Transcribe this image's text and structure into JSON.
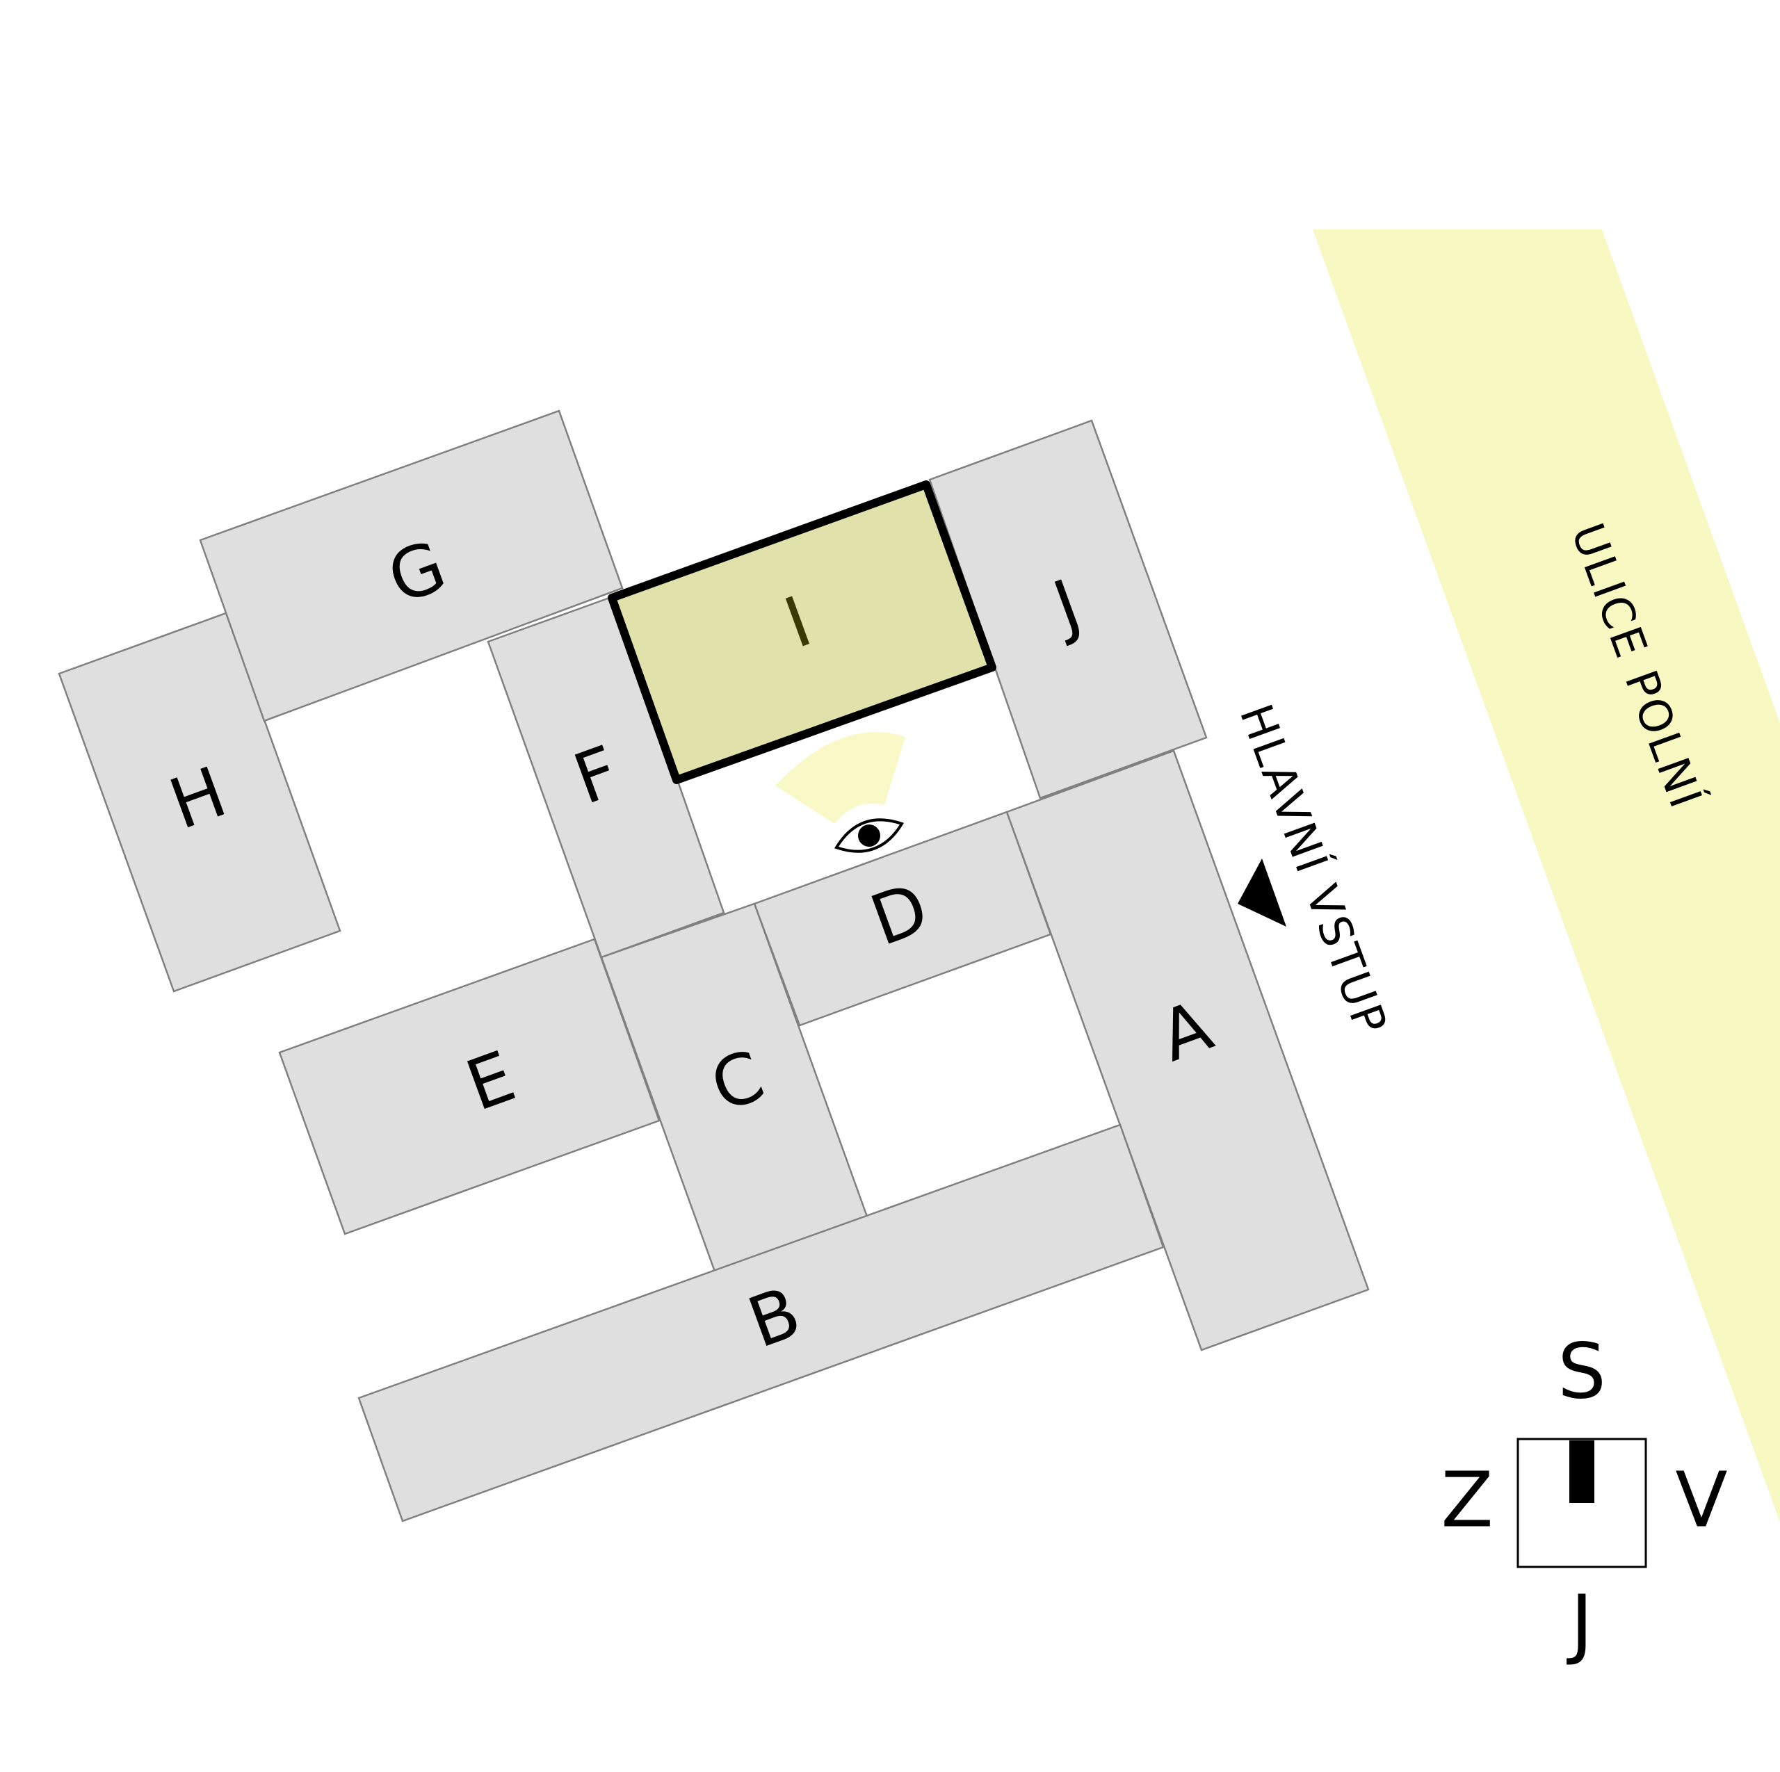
{
  "colors": {
    "building": "#dfdfdf",
    "building_outline": "#808080",
    "highlight": "#e1e1ab",
    "street": "#f8f8c2",
    "view_cone": "#f9f9c8"
  },
  "street": {
    "label": "ULICE POLNÍ"
  },
  "entrance": {
    "label": "HLAVNÍ VSTUP",
    "icon": "entrance-arrow-icon"
  },
  "viewer": {
    "icon": "eye-icon"
  },
  "buildings": {
    "A": "A",
    "B": "B",
    "C": "C",
    "D": "D",
    "E": "E",
    "F": "F",
    "G": "G",
    "H": "H",
    "I": "I",
    "J": "J"
  },
  "highlighted_building": "I",
  "compass": {
    "north": "S",
    "south": "J",
    "west": "Z",
    "east": "V"
  }
}
